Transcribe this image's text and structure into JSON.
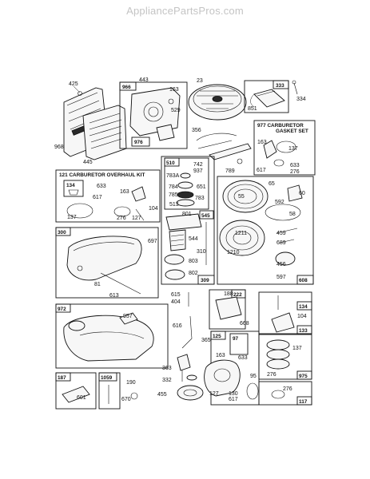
{
  "watermark": "AppliancePartsPros.com",
  "boxes": {
    "b966": "966",
    "b976": "976",
    "b333": "333",
    "b977": "977 CARBURETOR",
    "b977b": "GASKET SET",
    "b121": "121 CARBURETOR OVERHAUL KIT",
    "b134a": "134",
    "b510": "510",
    "b545": "545",
    "b309": "309",
    "b300": "300",
    "b608": "608",
    "b972": "972",
    "b222": "222",
    "b134b": "134",
    "b133": "133",
    "b125": "125",
    "b97": "97",
    "b975": "975",
    "b187": "187",
    "b1059": "1059",
    "b117": "117"
  },
  "callouts": {
    "c425": "425",
    "c968": "968",
    "c445": "445",
    "c443": "443",
    "c163a": "163",
    "c529": "529",
    "c23": "23",
    "c851": "851",
    "c334": "334",
    "c356": "356",
    "c789": "789",
    "c163b": "163",
    "c137a": "137",
    "c617a": "617",
    "c633a": "633",
    "c276a": "276",
    "c633b": "633",
    "c617b": "617",
    "c163c": "163",
    "c104a": "104",
    "c137b": "137",
    "c276b": "276",
    "c127a": "127",
    "c742": "742",
    "c937": "937",
    "c783a": "783A",
    "c784": "784",
    "c651": "651",
    "c785": "785",
    "c783": "783",
    "c513": "513",
    "c801": "801",
    "c697": "697",
    "c544": "544",
    "c803": "803",
    "c802": "802",
    "c310": "310",
    "c65": "65",
    "c60": "60",
    "c55": "55",
    "c592": "592",
    "c58": "58",
    "c1211": "1211",
    "c1210": "1210",
    "c459": "459",
    "c689": "689",
    "c456": "456",
    "c597": "597",
    "c81": "81",
    "c613": "613",
    "c615": "615",
    "c404": "404",
    "c616": "616",
    "c188": "188",
    "c668": "668",
    "c957": "957",
    "c365": "365",
    "c363": "363",
    "c332": "332",
    "c455": "455",
    "c104b": "104",
    "c633c": "633",
    "c137c": "137",
    "c276c": "276",
    "c163d": "163",
    "c95": "95",
    "c127b": "127",
    "c130": "130",
    "c617c": "617",
    "c276d": "276",
    "c601": "601",
    "c190": "190",
    "c670": "670"
  }
}
